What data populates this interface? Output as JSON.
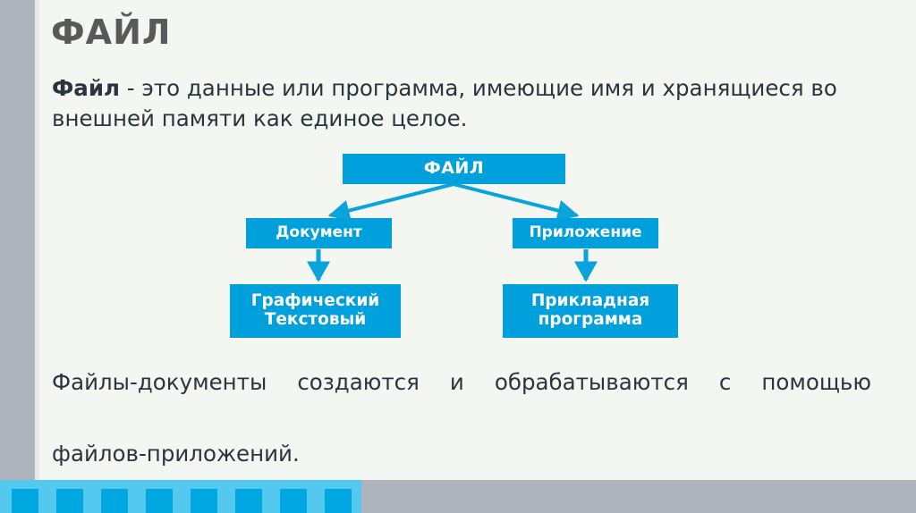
{
  "slide": {
    "title": "ФАЙЛ",
    "background_color": "#F4F6F1",
    "accent_color": "#00A0DC",
    "title_color": "#595959",
    "text_color": "#2B3440",
    "band_color": "#AEB4BD",
    "footer_bar_color": "#54C8EF",
    "footer_square_color": "#00A8E1"
  },
  "definition": {
    "lead": "Файл",
    "rest": " - это данные или программа, имеющие имя и хранящиеся во внешней памяти как единое целое."
  },
  "diagram": {
    "type": "tree",
    "root": {
      "label": "ФАЙЛ"
    },
    "branches": [
      {
        "label": "Документ",
        "child": {
          "line1": "Графический",
          "line2": "Текстовый"
        }
      },
      {
        "label": "Приложение",
        "child": {
          "line1": "Прикладная",
          "line2": "программа"
        }
      }
    ]
  },
  "conclusion": {
    "line1": "Файлы-документы создаются и обрабатываются с помощью",
    "line2": "файлов-приложений."
  },
  "footer": {
    "square_count": 8
  }
}
